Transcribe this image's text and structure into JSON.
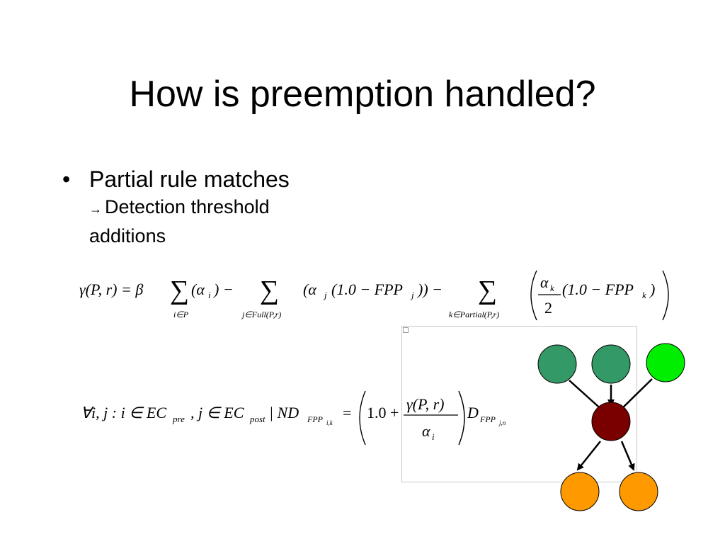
{
  "slide": {
    "title": "How is preemption handled?",
    "bullet": "Partial rule matches",
    "sub_arrow": "→",
    "sub_text": "Detection threshold additions"
  },
  "equation1": {
    "lhs": "γ(P, r) = β",
    "sum1_term": "(α",
    "sum1_term_sub": "i",
    "sum1_term_close": ") −",
    "sum1_index": "i∈P",
    "sum2_term": "(α",
    "sum2_term_sub": "j",
    "sum2_term_mid": "(1.0 − FPP",
    "sum2_term_sub2": "j",
    "sum2_term_close": ")) −",
    "sum2_index": "j∈Full(P,r)",
    "sum3_index": "k∈Partial(P,r)",
    "frac_num": "α",
    "frac_num_sub": "k",
    "frac_den": "2",
    "sum3_term": "(1.0 − FPP",
    "sum3_term_sub": "k",
    "sum3_term_close": ")"
  },
  "equation2": {
    "lhs": "∀i, j : i ∈ EC",
    "lhs_sub1": "pre",
    "mid": ", j ∈ EC",
    "lhs_sub2": "post",
    "nd": " | ND",
    "nd_sub": "FPP",
    "nd_subsub": "i,k",
    "eq": "=",
    "inner": "1.0 +",
    "frac_num": "γ(P, r)",
    "frac_den": "α",
    "frac_den_sub": "i",
    "d": "D",
    "d_sub": "FPP",
    "d_subsub": "j,n"
  },
  "graph": {
    "colors": {
      "top_left": "#339966",
      "top_middle": "#339966",
      "top_right": "#00ee00",
      "center": "#7a0000",
      "bottom": "#ff9900"
    }
  }
}
